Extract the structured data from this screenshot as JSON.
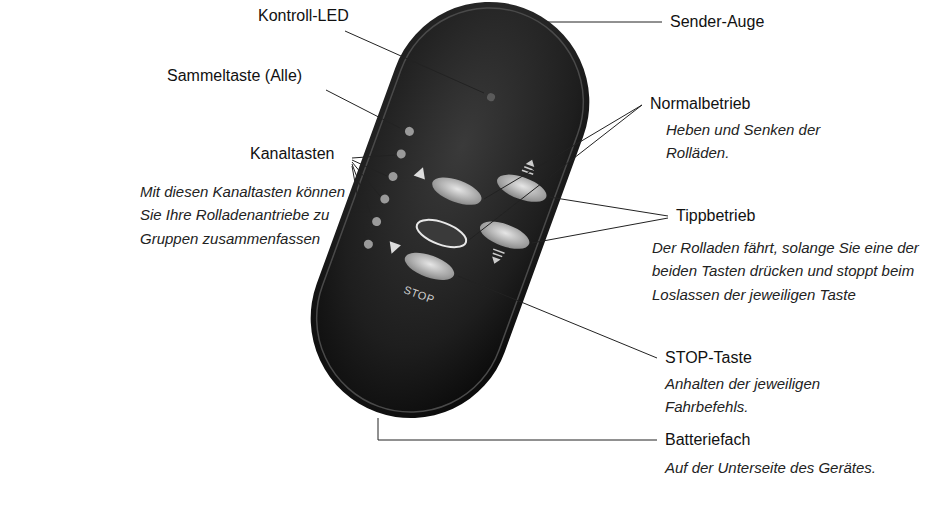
{
  "diagram": {
    "labels": [
      "Kontroll-LED",
      "Sammeltaste (Alle)",
      "Kanaltasten",
      "Mit diesen Kanaltasten können Sie Ihre Rolladenantriebe zu Gruppen zusammenfassen",
      "Sender-Auge",
      "Normalbetrieb",
      "Heben und Senken der Rolläden.",
      "Tippbetrieb",
      "Der Rolladen fährt, solange Sie eine der beiden Tasten drücken und stoppt beim Loslassen der jeweiligen Taste",
      "STOP-Taste",
      "Anhalten der jeweiligen Fahrbefehls.",
      "Batteriefach",
      "Auf der Unterseite des Gerätes.",
      "STOP"
    ]
  }
}
